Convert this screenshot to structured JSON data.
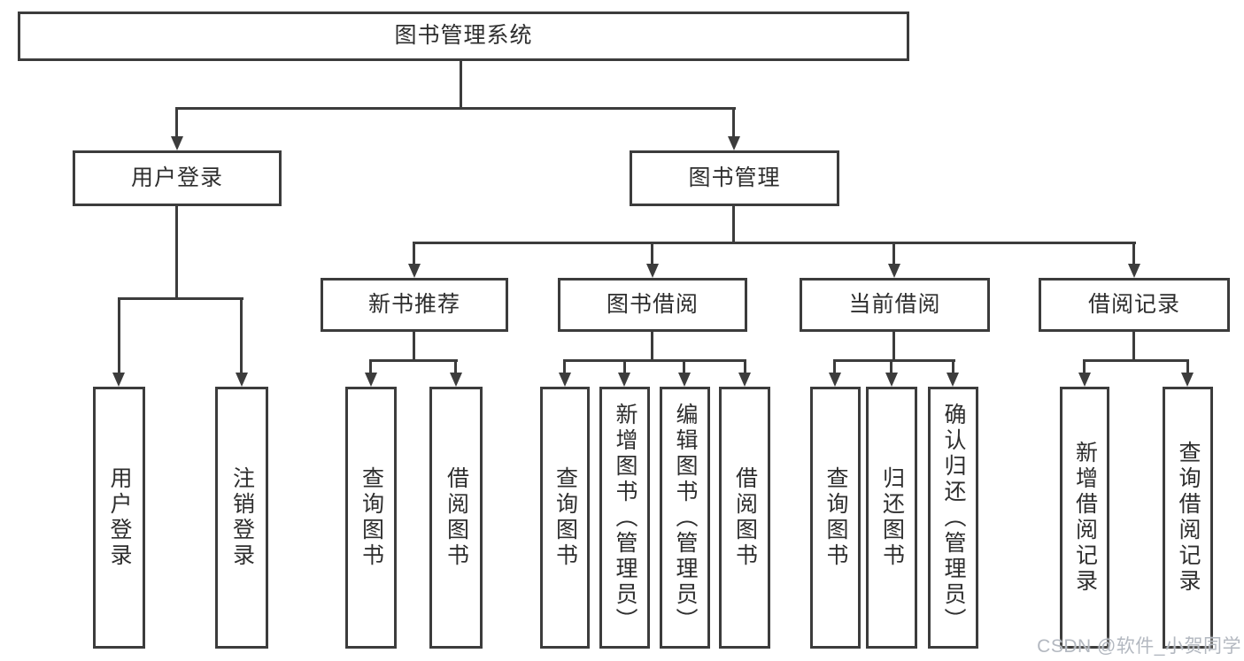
{
  "diagram_title": "图书管理系统",
  "colors": {
    "line": "#3c3c3c",
    "box_border": "#3c3c3c",
    "text": "#2e2e2e",
    "background": "#ffffff",
    "watermark": "#b3b8c0"
  },
  "watermark": {
    "text": "CSDN @软件_小贺同学"
  },
  "nodes": {
    "root": "图书管理系统",
    "user_login": "用户登录",
    "book_mgmt": "图书管理",
    "new_book": "新书推荐",
    "book_borrow": "图书借阅",
    "current_borrow": "当前借阅",
    "borrow_record": "借阅记录",
    "ul_login": "用户登录",
    "ul_logout": "注销登录",
    "nb_query": "查询图书",
    "nb_borrow": "借阅图书",
    "bb_query": "查询图书",
    "bb_add": "新增图书（管理员）",
    "bb_edit": "编辑图书（管理员）",
    "bb_borrow": "借阅图书",
    "cb_query": "查询图书",
    "cb_return": "归还图书",
    "cb_confirm": "确认归还（管理员）",
    "br_add": "新增借阅记录",
    "br_query": "查询借阅记录"
  },
  "hierarchy": {
    "图书管理系统": {
      "用户登录": [
        "用户登录",
        "注销登录"
      ],
      "图书管理": {
        "新书推荐": [
          "查询图书",
          "借阅图书"
        ],
        "图书借阅": [
          "查询图书",
          "新增图书（管理员）",
          "编辑图书（管理员）",
          "借阅图书"
        ],
        "当前借阅": [
          "查询图书",
          "归还图书",
          "确认归还（管理员）"
        ],
        "借阅记录": [
          "新增借阅记录",
          "查询借阅记录"
        ]
      }
    }
  }
}
